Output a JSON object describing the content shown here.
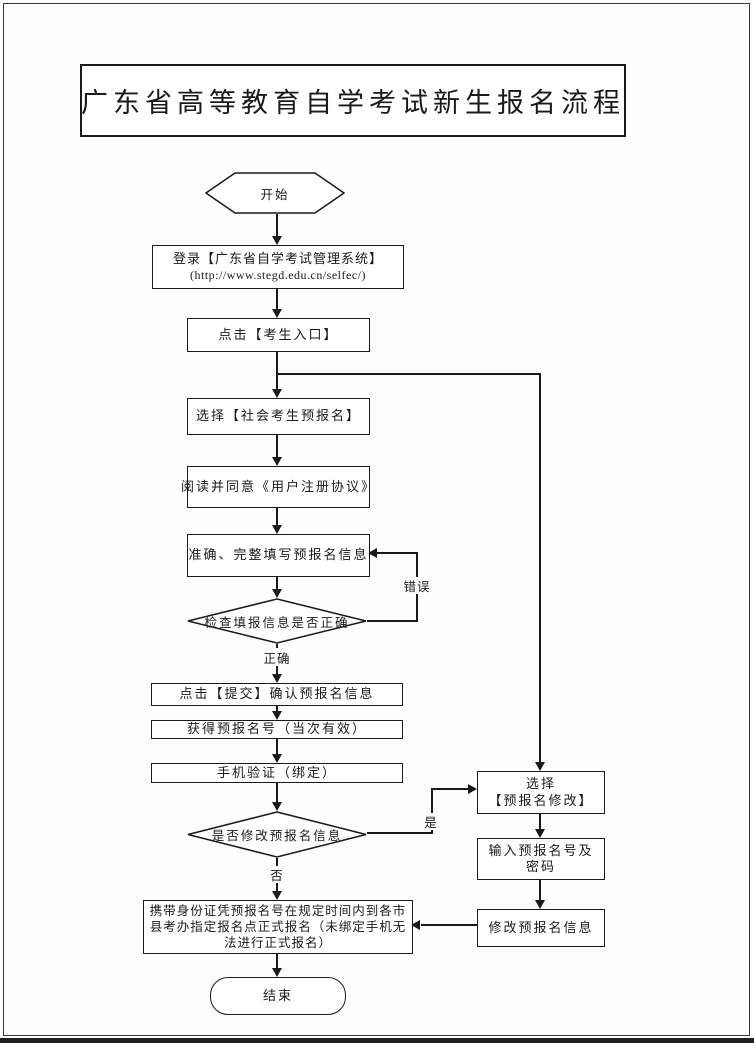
{
  "title": "广东省高等教育自学考试新生报名流程",
  "flow": {
    "start": "开始",
    "login_line1": "登录【广东省自学考试管理系统】",
    "login_line2": "(http://www.stegd.edu.cn/selfec/)",
    "entry": "点击【考生入口】",
    "choose": "选择【社会考生预报名】",
    "agree": "阅读并同意《用户注册协议》",
    "fill": "准确、完整填写预报名信息",
    "check": "检查填报信息是否正确",
    "submit": "点击【提交】确认预报名信息",
    "obtain": "获得预报名号（当次有效）",
    "phone": "手机验证（绑定）",
    "modify_question": "是否修改预报名信息",
    "formal_line1": "携带身份证凭预报名号在规定时间内到各市",
    "formal_line2": "县考办指定报名点正式报名（未绑定手机无",
    "formal_line3": "法进行正式报名）",
    "end": "结束",
    "select_modify_line1": "选择",
    "select_modify_line2": "【预报名修改】",
    "input_line1": "输入预报名号及",
    "input_line2": "密码",
    "do_modify": "修改预报名信息"
  },
  "edge_labels": {
    "correct": "正确",
    "wrong": "错误",
    "yes": "是",
    "no": "否"
  },
  "colors": {
    "line": "#1a1a1a",
    "background": "#fdfdfd"
  }
}
